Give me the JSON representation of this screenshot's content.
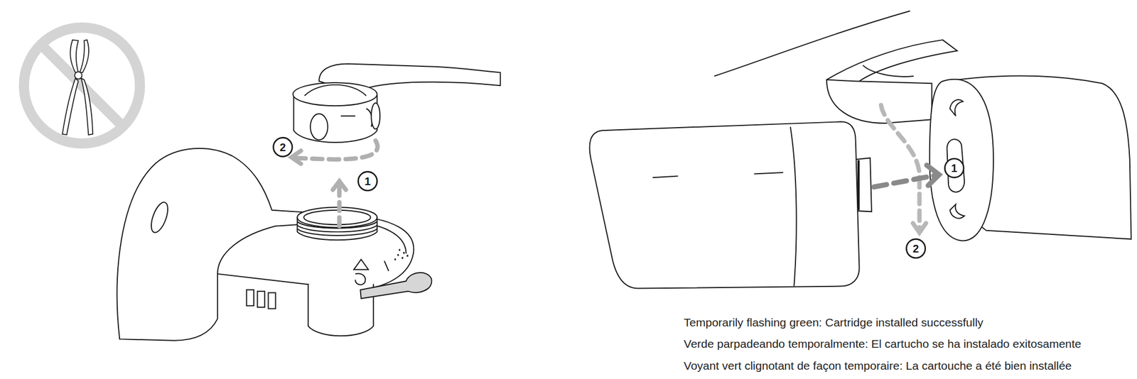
{
  "diagram": {
    "labels": [
      "2",
      "1",
      "1",
      "2",
      "Temporarily flashing green: Cartridge installed successfully",
      "Verde parpadeando temporalmente: El cartucho se ha instalado exitosamente",
      "Voyant vert clignotant de façon temporaire: La cartouche a été bien installée"
    ]
  }
}
